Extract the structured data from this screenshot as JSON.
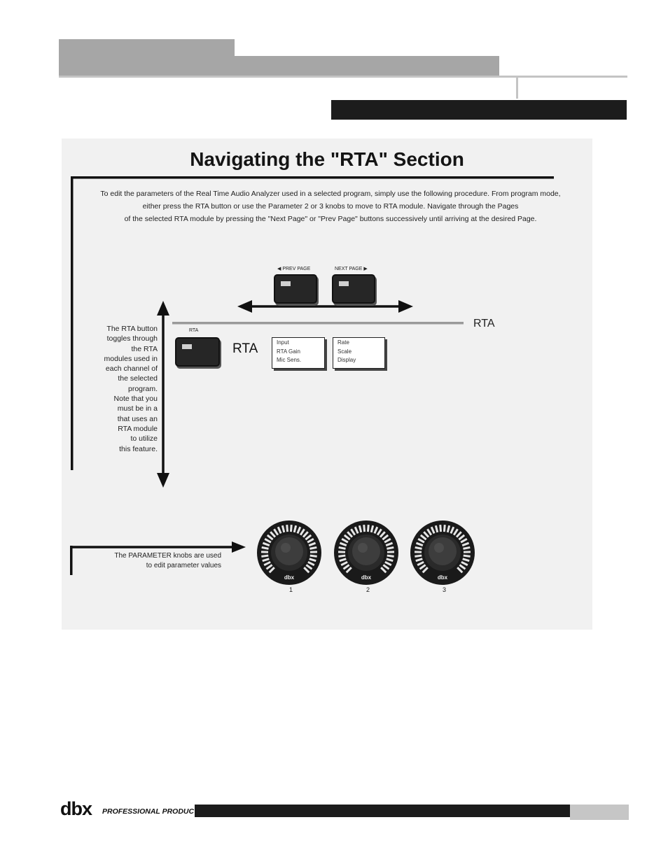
{
  "figure": {
    "title": "Navigating the \"RTA\" Section",
    "intro_lines": [
      "To edit the parameters of the Real Time Audio Analyzer used in a selected program, simply use the following procedure. From program mode,",
      "either press the RTA button or use the Parameter 2 or 3 knobs to move to RTA module. Navigate through the Pages",
      "of the selected RTA module by pressing the \"Next Page\" or \"Prev Page\" buttons successively until arriving at the desired Page."
    ],
    "prev_page_label": "◀ PREV PAGE",
    "next_page_label": "NEXT PAGE ▶",
    "rta_line_label": "RTA",
    "rta_button_label": "RTA",
    "rta_module_label": "RTA",
    "page1_items": [
      "Input",
      "RTA Gain",
      "Mic Sens."
    ],
    "page2_items": [
      "Rate",
      "Scale",
      "Display"
    ],
    "side_text_lines": [
      "The RTA button",
      "toggles through",
      "the RTA",
      "modules used in",
      "each channel of",
      "the selected",
      "program.",
      "Note that you",
      "must be in a",
      "that uses an",
      "RTA module",
      "to utilize",
      "this feature."
    ],
    "knob_caption_lines": [
      "The PARAMETER knobs are used",
      "to edit parameter values"
    ],
    "knob_brand": "dbx",
    "knob_numbers": [
      "1",
      "2",
      "3"
    ]
  },
  "footer": {
    "logo": "dbx",
    "logo_sub": "PROFESSIONAL PRODUCTS"
  }
}
